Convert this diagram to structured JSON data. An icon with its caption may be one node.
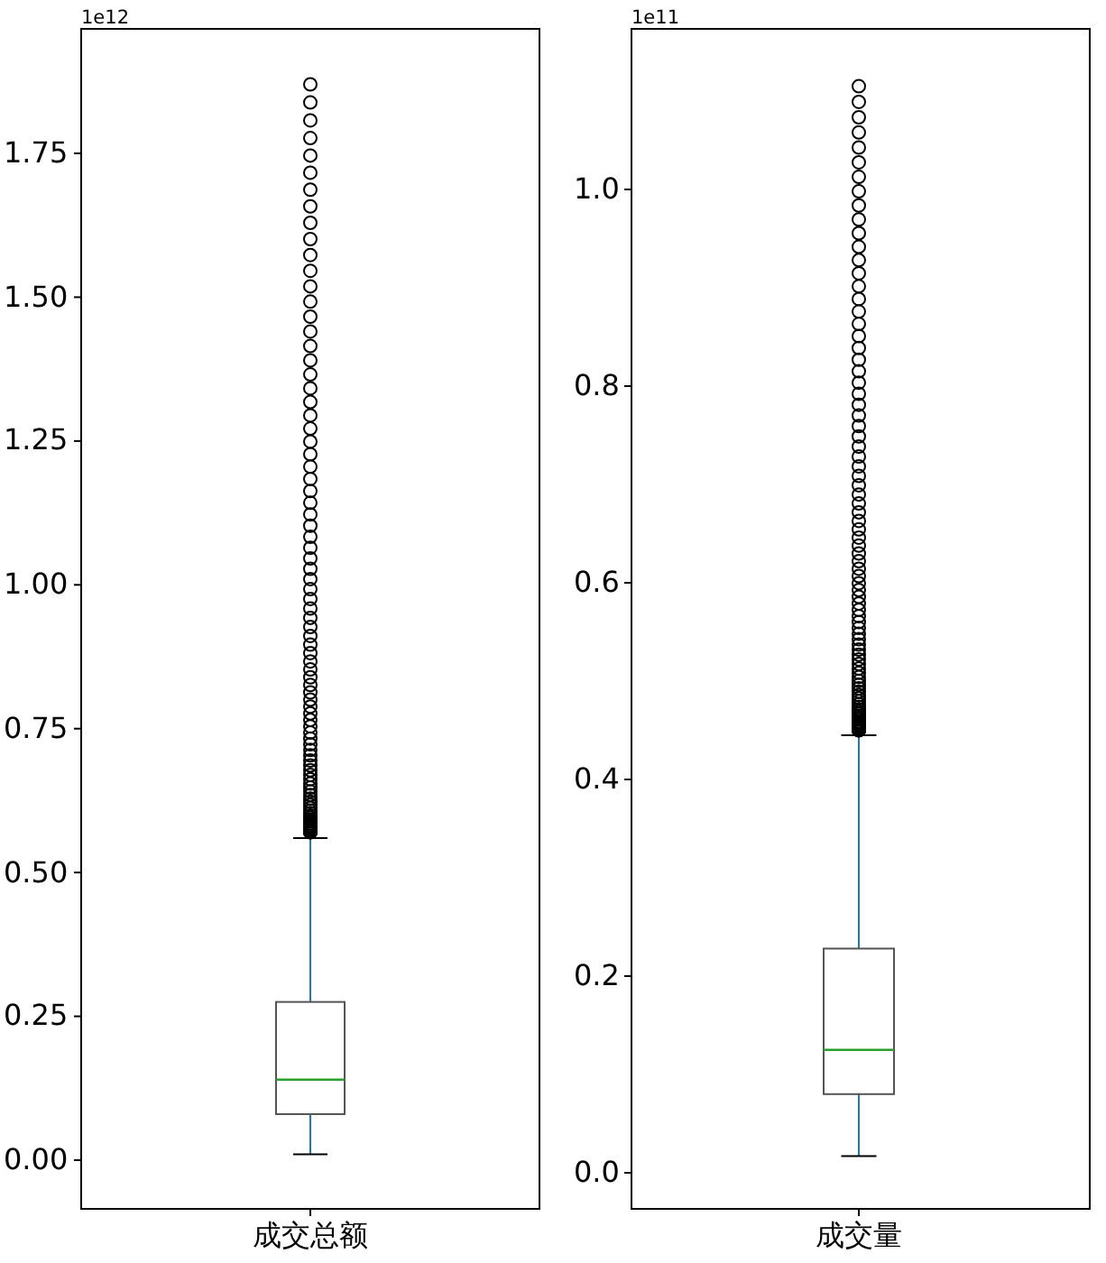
{
  "diagram": {
    "labels": [
      "1e12",
      "0.00",
      "0.25",
      "0.50",
      "0.75",
      "1.00",
      "1.25",
      "1.50",
      "1.75",
      "成交总额",
      "1e11",
      "0.0",
      "0.2",
      "0.4",
      "0.6",
      "0.8",
      "1.0",
      "成交量"
    ]
  }
}
